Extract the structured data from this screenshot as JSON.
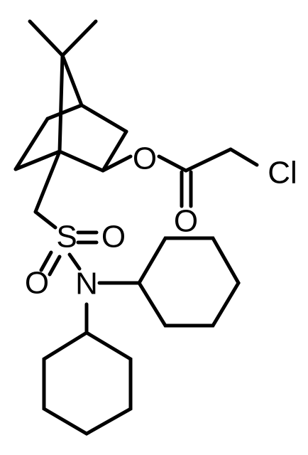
{
  "atoms": {
    "o_ester": "O",
    "o_carbonyl": "O",
    "cl": "Cl",
    "s": "S",
    "o_sulfonyl_right": "O",
    "o_sulfonyl_left": "O",
    "n": "N"
  },
  "colors": {
    "bond": "#000000",
    "label": "#000000",
    "background": "#ffffff"
  }
}
